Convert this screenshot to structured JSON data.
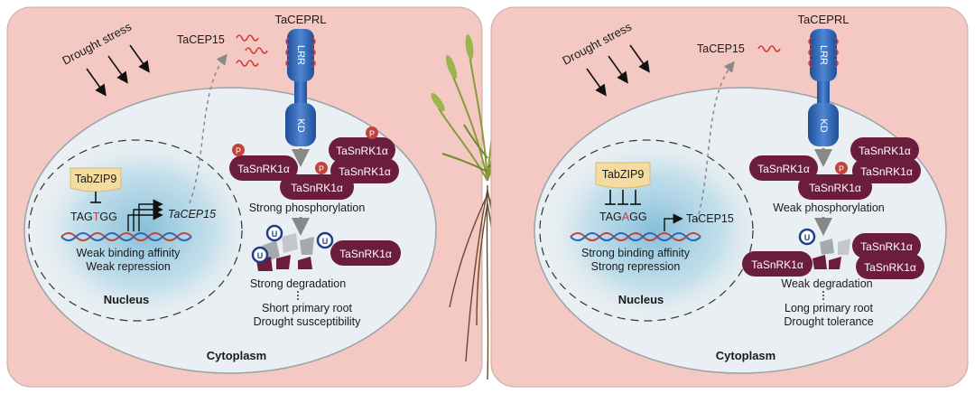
{
  "colors": {
    "panel_bg": "#f4c9c3",
    "cell_fill": "#e7eef2",
    "nucleus_glow": "#8ec6de",
    "kinase": "#6b1d3b",
    "receptor": "#2f66b3",
    "phospho": "#c0453e",
    "ubiquitin": "#1f3f8a",
    "bzip": "#f4dca0",
    "peptide": "#d7383b"
  },
  "left": {
    "drought_label": "Drought stress",
    "peptide_label": "TaCEP15",
    "receptor_label": "TaCEPRL",
    "lrr_label": "LRR",
    "kd_label": "KD",
    "tf_label": "TabZIP9",
    "seq_pre": "TAG",
    "seq_var": "T",
    "seq_post": "GG",
    "gene_label": "TaCEP15",
    "binding_line1": "Weak binding affinity",
    "binding_line2": "Weak repression",
    "nucleus_label": "Nucleus",
    "cytoplasm_label": "Cytoplasm",
    "kinase_label": "TaSnRK1α",
    "p_label": "P",
    "u_label": "U",
    "phos_label": "Strong phosphorylation",
    "degr_label": "Strong degradation",
    "outcome1": "Short primary root",
    "outcome2": "Drought susceptibility"
  },
  "right": {
    "drought_label": "Drought stress",
    "peptide_label": "TaCEP15",
    "receptor_label": "TaCEPRL",
    "lrr_label": "LRR",
    "kd_label": "KD",
    "tf_label": "TabZIP9",
    "seq_pre": "TAG",
    "seq_var": "A",
    "seq_post": "GG",
    "gene_label": "TaCEP15",
    "binding_line1": "Strong binding affinity",
    "binding_line2": "Strong repression",
    "nucleus_label": "Nucleus",
    "cytoplasm_label": "Cytoplasm",
    "kinase_label": "TaSnRK1α",
    "p_label": "P",
    "u_label": "U",
    "phos_label": "Weak phosphorylation",
    "degr_label": "Weak degradation",
    "outcome1": "Long primary root",
    "outcome2": "Drought tolerance"
  }
}
